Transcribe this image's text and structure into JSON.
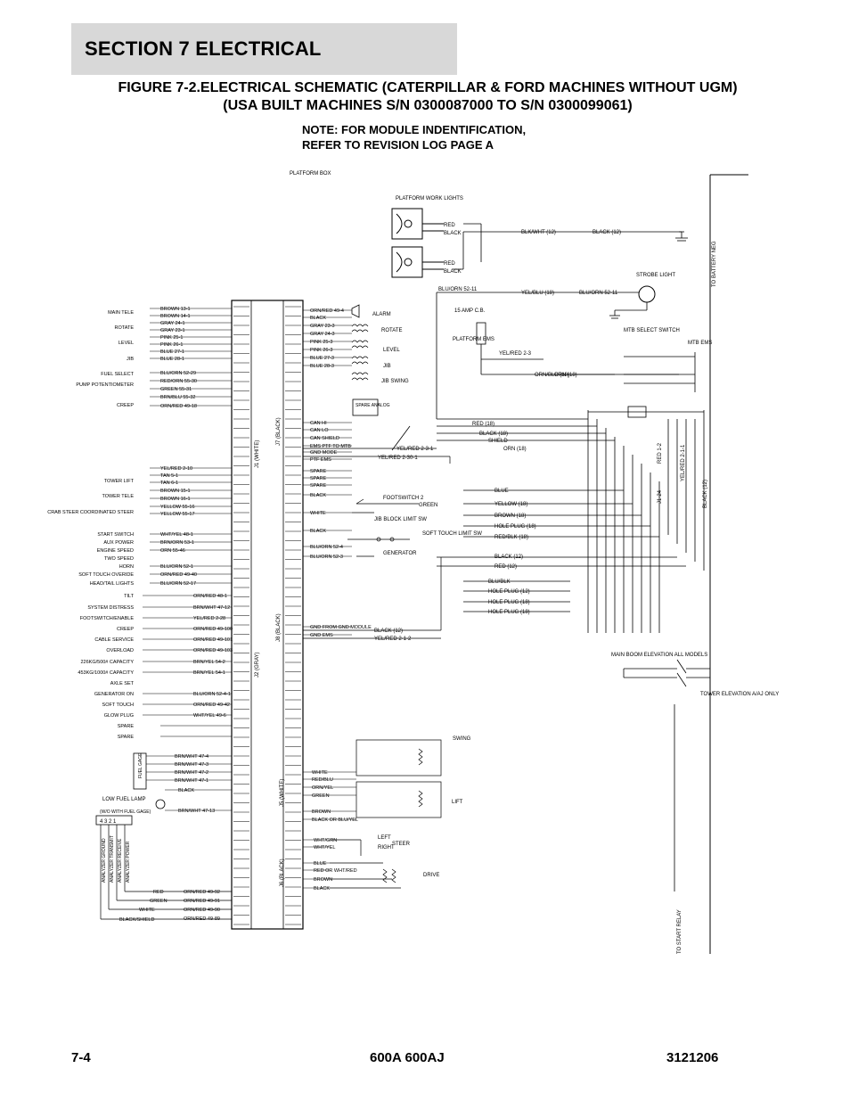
{
  "header": {
    "section": "SECTION 7   ELECTRICAL",
    "figure_line1": "FIGURE 7-2.ELECTRICAL SCHEMATIC (CATERPILLAR & FORD MACHINES WITHOUT UGM)",
    "figure_line2": "(USA BUILT MACHINES S/N 0300087000 TO S/N 0300099061)",
    "note_line1": "NOTE: FOR MODULE INDENTIFICATION,",
    "note_line2": "REFER TO REVISION LOG PAGE A"
  },
  "schematic": {
    "platform_box": "PLATFORM BOX",
    "platform_work_lights": "PLATFORM WORK LIGHTS",
    "strobe_light": "STROBE LIGHT",
    "to_battery_neg": "TO BATTERY NEG",
    "to_start_relay": "TO START RELAY",
    "mtb_select_switch": "MTB SELECT SWITCH",
    "mtb_ems": "MTB EMS",
    "platform_ems": "PLATFORM EMS",
    "cb_15amp": "15 AMP C.B.",
    "alarm": "ALARM",
    "rotate": "ROTATE",
    "level": "LEVEL",
    "jib": "JIB",
    "jib_swing": "JIB SWING",
    "spare_analog": "SPARE ANALOG",
    "footswitch_2": "FOOTSWITCH 2",
    "jib_block_limit_sw": "JIB BLOCK LIMIT SW",
    "soft_touch_limit_sw": "SOFT TOUCH LIMIT SW",
    "generator": "GENERATOR",
    "main_boom_elevation": "MAIN BOOM ELEVATION ALL MODELS",
    "tower_elevation": "TOWER ELEVATION A/AJ ONLY",
    "swing": "SWING",
    "lift": "LIFT",
    "steer": "STEER",
    "left": "LEFT",
    "right": "RIGHT",
    "drive": "DRIVE",
    "fuel_gage": "FUEL GAGE",
    "low_fuel_lamp": "LOW FUEL LAMP",
    "low_fuel_lamp_sub": "(W/O WITH FUEL GAGE)",
    "j1": "J1 (WHITE)",
    "j2": "J2 (GRAY)",
    "j7": "J7 (BLACK)",
    "j8": "J8 (BLACK)",
    "j5": "J5 (WHITE)",
    "j6": "J6 (BLACK)",
    "left_labels": [
      "MAIN TELE",
      "ROTATE",
      "LEVEL",
      "JIB",
      "FUEL SELECT",
      "PUMP POTENTIOMETER",
      "CREEP",
      "TOWER LIFT",
      "TOWER TELE",
      "CRAB STEER COORDINATED STEER",
      "START SWITCH",
      "AUX POWER",
      "ENGINE SPEED",
      "TWO SPEED",
      "HORN",
      "SOFT TOUCH OVERIDE",
      "HEAD/TAIL LIGHTS",
      "TILT",
      "SYSTEM DISTRESS",
      "FOOTSWITCH/ENABLE",
      "CREEP",
      "CABLE SERVICE",
      "OVERLOAD",
      "226KG/500# CAPACITY",
      "453KG/1000# CAPACITY",
      "AXLE SET",
      "GENERATOR ON",
      "SOFT TOUCH",
      "GLOW PLUG",
      "SPARE",
      "SPARE"
    ],
    "wire_labels_left": [
      "BROWN 13-1",
      "BROWN 14-1",
      "GRAY 24-1",
      "GRAY 23-1",
      "PINK 25-1",
      "PINK 26-1",
      "BLUE 27-1",
      "BLUE 28-1",
      "BLU/ORN 52-29",
      "RED/ORN 55-30",
      "GREEN 55-31",
      "BRN/BLU 55-32",
      "ORN/RED 49-18",
      "YEL/RED 2-10",
      "TAN 5-1",
      "TAN 6-1",
      "BROWN 15-1",
      "BROWN 16-1",
      "YELLOW 55-16",
      "YELLOW 55-17",
      "WHT/YEL 48-1",
      "BRN/ORN 53-1",
      "ORN 55-46",
      "BLU/ORN 52-1",
      "ORN/RED 49-40",
      "BLU/ORN 52-17"
    ],
    "wire_labels_right": [
      "ORN/RED 49-4",
      "BLACK",
      "GRAY 23-3",
      "GRAY 24-3",
      "PINK 25-3",
      "PINK 26-3",
      "BLUE 27-3",
      "BLUE 28-3",
      "CAN HI",
      "CAN LO",
      "CAN SHIELD",
      "EMS PTF TO MTB",
      "GND MODE",
      "PTF EMS",
      "SPARE",
      "SPARE",
      "SPARE",
      "BLACK",
      "WHITE",
      "BLACK",
      "BLU/ORN 52-4",
      "BLU/ORN 52-3",
      "GND FROM GND MODULE",
      "GND EMS"
    ],
    "j2_labels": [
      "ORN/RED 48-1",
      "BRN/WHT 47-12",
      "YEL/RED 2-28",
      "ORN/RED 49-100",
      "ORN/RED 49-101",
      "ORN/RED 49-103",
      "BRN/YEL 54-2",
      "BRN/YEL 54-1",
      "BLU/ORN 52-4-1",
      "ORN/RED 49-42",
      "WHT/YEL 49-6"
    ],
    "connector_wires": [
      "RED (18)",
      "BLACK (18)",
      "SHIELD",
      "ORN (18)",
      "BLUE",
      "YELLOW (18)",
      "BROWN (18)",
      "HOLE PLUG (18)",
      "RED/BLK (18)",
      "BLACK (12)",
      "RED (12)",
      "BLU/BLK",
      "HOLE PLUG (12)",
      "HOLE PLUG (18)",
      "HOLE PLUG (18)",
      "BLACK (12)",
      "YEL/RED 2-1-2",
      "YEL/RED 2-3-1",
      "YEL/RED 2-30-1",
      "BLU/ORN 52-11",
      "YEL/BLU (18)",
      "BLU/ORN 52-11",
      "BLK/WHT (12)",
      "BLACK (12)",
      "ORN/BLU (18)",
      "ORN (18)"
    ],
    "bottom_wires": [
      "BRN/WHT 47-4",
      "BRN/WHT 47-3",
      "BRN/WHT 47-2",
      "BRN/WHT 47-1",
      "BLACK",
      "BRN/WHT 47-13",
      "RED",
      "GREEN",
      "WHITE",
      "BLACK/SHIELD",
      "ORN/RED 49-92",
      "ORN/RED 49-91",
      "ORN/RED 49-90",
      "ORN/RED 49-89"
    ],
    "analyzer_labels": [
      "ANALYZER GROUND",
      "ANALYZER TRANSMIT",
      "ANALYZER RECEIVE",
      "ANALYZER POWER"
    ],
    "analyzer_pins": "4 3 2 1",
    "j5_wires": [
      "WHITE",
      "RED/BLU",
      "ORN/YEL",
      "GREEN",
      "BROWN",
      "BLACK OR BLU/YEL"
    ],
    "j6_wires": [
      "WHT/GRN",
      "WHT/YEL",
      "BLUE",
      "RED OR WHT/RED",
      "BROWN",
      "BLACK"
    ]
  },
  "footer": {
    "page": "7-4",
    "model": "600A 600AJ",
    "doc_number": "3121206"
  }
}
